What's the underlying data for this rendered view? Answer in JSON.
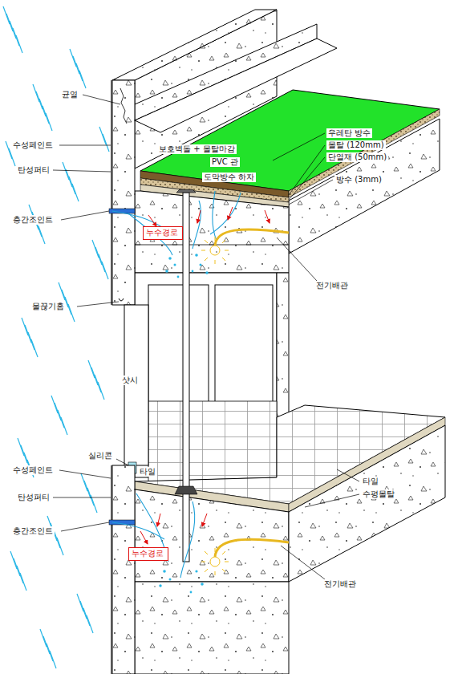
{
  "diagram": {
    "nodes": [
      {
        "text": [
          "누수경로"
        ]
      },
      {
        "text": [
          "누수경로"
        ]
      }
    ],
    "labels": [
      "균열",
      "수성페인트",
      "탄성퍼티",
      "층간조인트",
      "보호벽돌 + 몰탈마감",
      "PVC 관",
      "도막방수 하자",
      "우레탄 방수",
      "몰탈 (120mm)",
      "단열재 (50mm)",
      "방수 (3mm)",
      "전기배관",
      "물끊기홈",
      "샷시",
      "실리콘",
      "수성페인트",
      "타일",
      "탄성퍼티",
      "타일",
      "수평몰탈",
      "층간조인트",
      "전기배관"
    ]
  }
}
